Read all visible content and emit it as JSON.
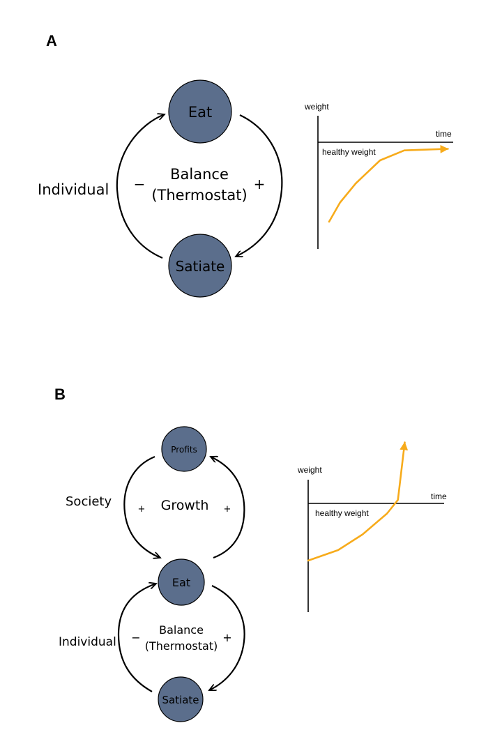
{
  "colors": {
    "node_fill": "#5b6e8c",
    "curve": "#f7ab1b",
    "ink": "#000000"
  },
  "panel_a": {
    "label": "A",
    "nodes": {
      "top": "Eat",
      "bottom": "Satiate"
    },
    "loop_title_1": "Balance",
    "loop_title_2": "(Thermostat)",
    "side_label": "Individual",
    "sign_left": "−",
    "sign_right": "+",
    "graph": {
      "ylabel": "weight",
      "xlabel": "time",
      "ref_label": "healthy weight"
    }
  },
  "panel_b": {
    "label": "B",
    "upper_loop": {
      "nodes": {
        "top": "Profits",
        "bottom": "Eat"
      },
      "title": "Growth",
      "side_label": "Society",
      "sign_left": "+",
      "sign_right": "+"
    },
    "lower_loop": {
      "nodes": {
        "bottom": "Satiate"
      },
      "title_1": "Balance",
      "title_2": "(Thermostat)",
      "side_label": "Individual",
      "sign_left": "−",
      "sign_right": "+"
    },
    "graph": {
      "ylabel": "weight",
      "xlabel": "time",
      "ref_label": "healthy weight"
    }
  },
  "chart_data": [
    {
      "type": "line",
      "xlabel": "time",
      "ylabel": "weight",
      "reference_line": {
        "label": "healthy weight",
        "y": 0
      },
      "series": [
        {
          "x": [
            0.0,
            0.09,
            0.22,
            0.42,
            0.62,
            0.98
          ],
          "y": [
            -1.0,
            -0.75,
            -0.5,
            -0.2,
            -0.07,
            -0.05
          ]
        }
      ]
    },
    {
      "type": "line",
      "xlabel": "time",
      "ylabel": "weight",
      "reference_line": {
        "label": "healthy weight",
        "y": 0
      },
      "series": [
        {
          "x": [
            0.0,
            0.22,
            0.4,
            0.58,
            0.66,
            0.71
          ],
          "y": [
            -0.58,
            -0.48,
            -0.33,
            -0.13,
            0.0,
            0.55
          ]
        }
      ]
    }
  ]
}
